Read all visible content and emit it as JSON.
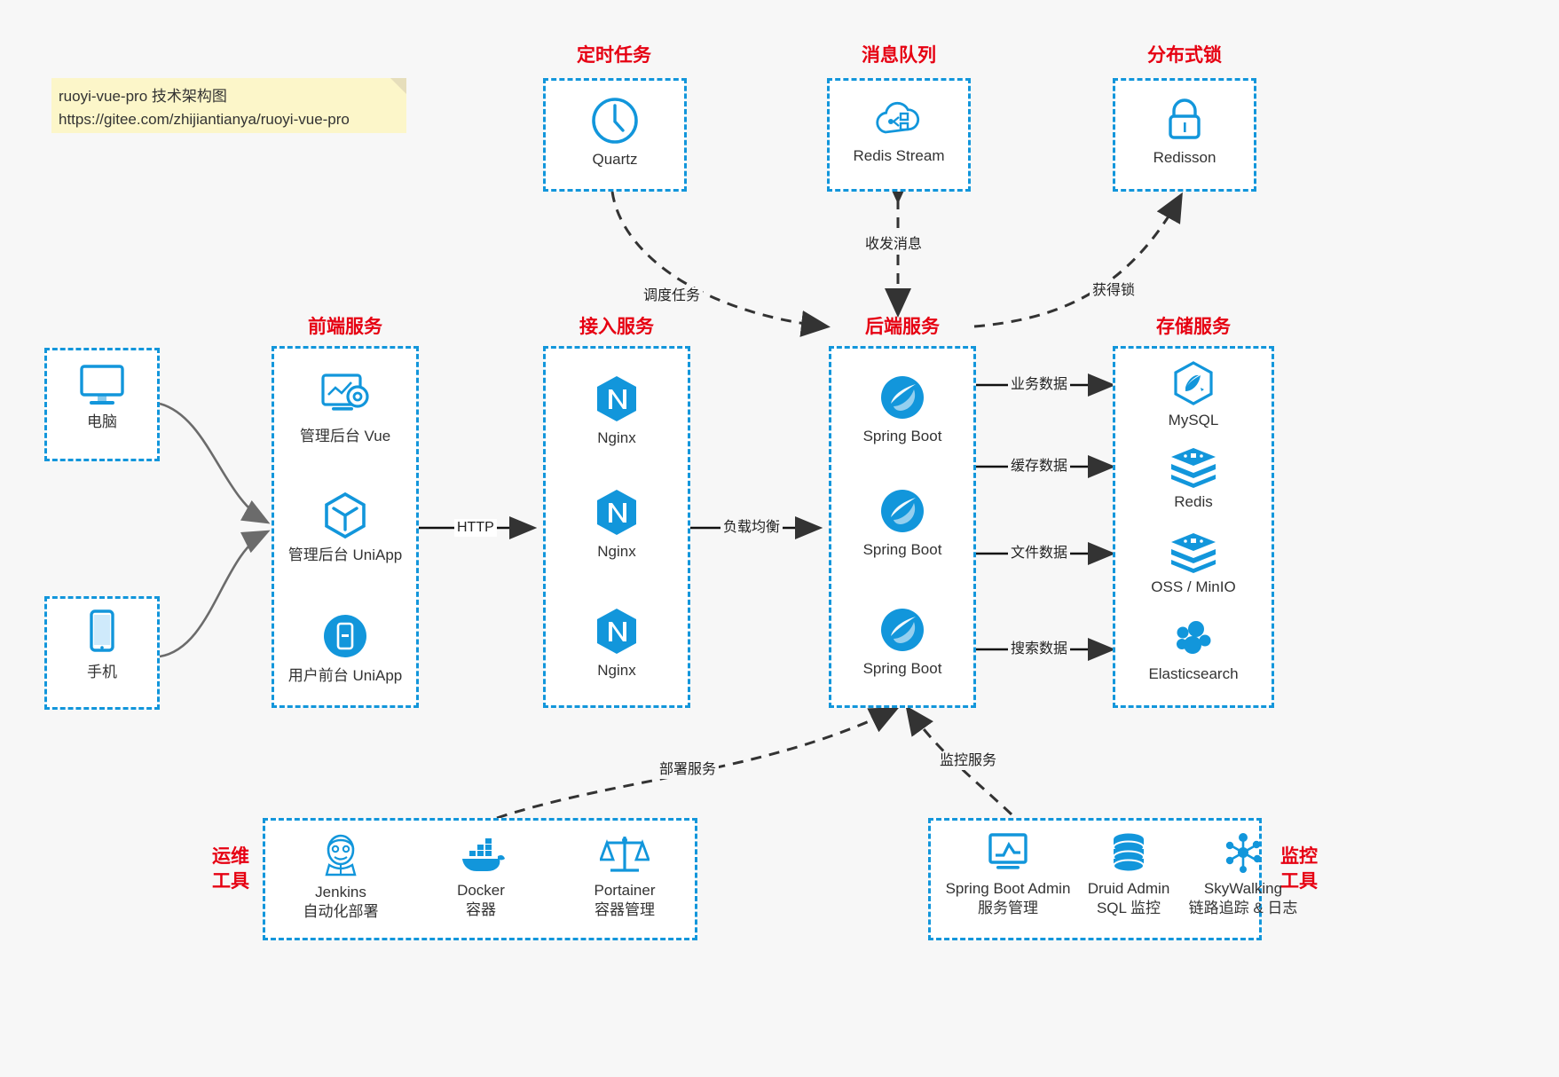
{
  "note": {
    "line1": "ruoyi-vue-pro 技术架构图",
    "line2": "https://gitee.com/zhijiantianya/ruoyi-vue-pro"
  },
  "colors": {
    "accent_blue": "#1296db",
    "title_red": "#e60012",
    "arrow_dark": "#333333",
    "client_arrow_gray": "#666666",
    "background": "#f7f7f7",
    "note_yellow": "#fcf6c9"
  },
  "groups": {
    "scheduler": {
      "title": "定时任务"
    },
    "mq": {
      "title": "消息队列"
    },
    "lock": {
      "title": "分布式锁"
    },
    "frontend": {
      "title": "前端服务"
    },
    "gateway": {
      "title": "接入服务"
    },
    "backend": {
      "title": "后端服务"
    },
    "storage": {
      "title": "存储服务"
    },
    "devops": {
      "title_line1": "运维",
      "title_line2": "工具"
    },
    "monitor": {
      "title_line1": "监控",
      "title_line2": "工具"
    }
  },
  "clients": [
    {
      "label": "电脑",
      "icon": "desktop-computer-icon"
    },
    {
      "label": "手机",
      "icon": "mobile-phone-icon"
    }
  ],
  "scheduler_nodes": [
    {
      "label": "Quartz",
      "icon": "clock-icon"
    }
  ],
  "mq_nodes": [
    {
      "label": "Redis Stream",
      "icon": "cloud-stream-icon"
    }
  ],
  "lock_nodes": [
    {
      "label": "Redisson",
      "icon": "padlock-icon"
    }
  ],
  "frontend_nodes": [
    {
      "label": "管理后台 Vue",
      "icon": "dashboard-gear-icon"
    },
    {
      "label": "管理后台 UniApp",
      "icon": "cube-icon"
    },
    {
      "label": "用户前台 UniApp",
      "icon": "mobile-app-icon"
    }
  ],
  "gateway_nodes": [
    {
      "label": "Nginx",
      "icon": "nginx-icon"
    },
    {
      "label": "Nginx",
      "icon": "nginx-icon"
    },
    {
      "label": "Nginx",
      "icon": "nginx-icon"
    }
  ],
  "backend_nodes": [
    {
      "label": "Spring Boot",
      "icon": "spring-boot-icon"
    },
    {
      "label": "Spring Boot",
      "icon": "spring-boot-icon"
    },
    {
      "label": "Spring Boot",
      "icon": "spring-boot-icon"
    }
  ],
  "storage_nodes": [
    {
      "label": "MySQL",
      "icon": "mysql-dolphin-icon"
    },
    {
      "label": "Redis",
      "icon": "redis-stack-icon"
    },
    {
      "label": "OSS / MinIO",
      "icon": "object-storage-icon"
    },
    {
      "label": "Elasticsearch",
      "icon": "elasticsearch-icon"
    }
  ],
  "devops_nodes": [
    {
      "label": "Jenkins",
      "sublabel": "自动化部署",
      "icon": "jenkins-butler-icon"
    },
    {
      "label": "Docker",
      "sublabel": "容器",
      "icon": "docker-whale-icon"
    },
    {
      "label": "Portainer",
      "sublabel": "容器管理",
      "icon": "scales-balance-icon"
    }
  ],
  "monitor_nodes": [
    {
      "label": "Spring Boot Admin",
      "sublabel": "服务管理",
      "icon": "monitor-chart-icon"
    },
    {
      "label": "Druid Admin",
      "sublabel": "SQL 监控",
      "icon": "database-cylinder-icon"
    },
    {
      "label": "SkyWalking",
      "sublabel": "链路追踪 & 日志",
      "icon": "network-nodes-icon"
    }
  ],
  "edges": [
    {
      "id": "schedule-task",
      "label": "调度任务"
    },
    {
      "id": "send-receive-message",
      "label": "收发消息"
    },
    {
      "id": "acquire-lock",
      "label": "获得锁"
    },
    {
      "id": "http",
      "label": "HTTP"
    },
    {
      "id": "load-balance",
      "label": "负载均衡"
    },
    {
      "id": "business-data",
      "label": "业务数据"
    },
    {
      "id": "cache-data",
      "label": "缓存数据"
    },
    {
      "id": "file-data",
      "label": "文件数据"
    },
    {
      "id": "search-data",
      "label": "搜索数据"
    },
    {
      "id": "deploy-service",
      "label": "部署服务"
    },
    {
      "id": "monitor-service",
      "label": "监控服务"
    }
  ]
}
